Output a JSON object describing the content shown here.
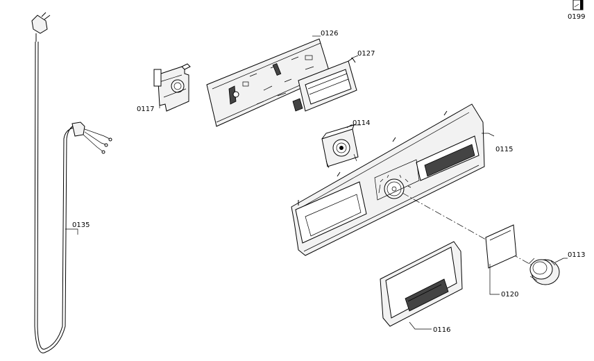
{
  "labels": {
    "l0199": "0199",
    "l0126": "0126",
    "l0127": "0127",
    "l0117": "0117",
    "l0114": "0114",
    "l0115": "0115",
    "l0135": "0135",
    "l0113": "0113",
    "l0120": "0120",
    "l0116": "0116"
  }
}
